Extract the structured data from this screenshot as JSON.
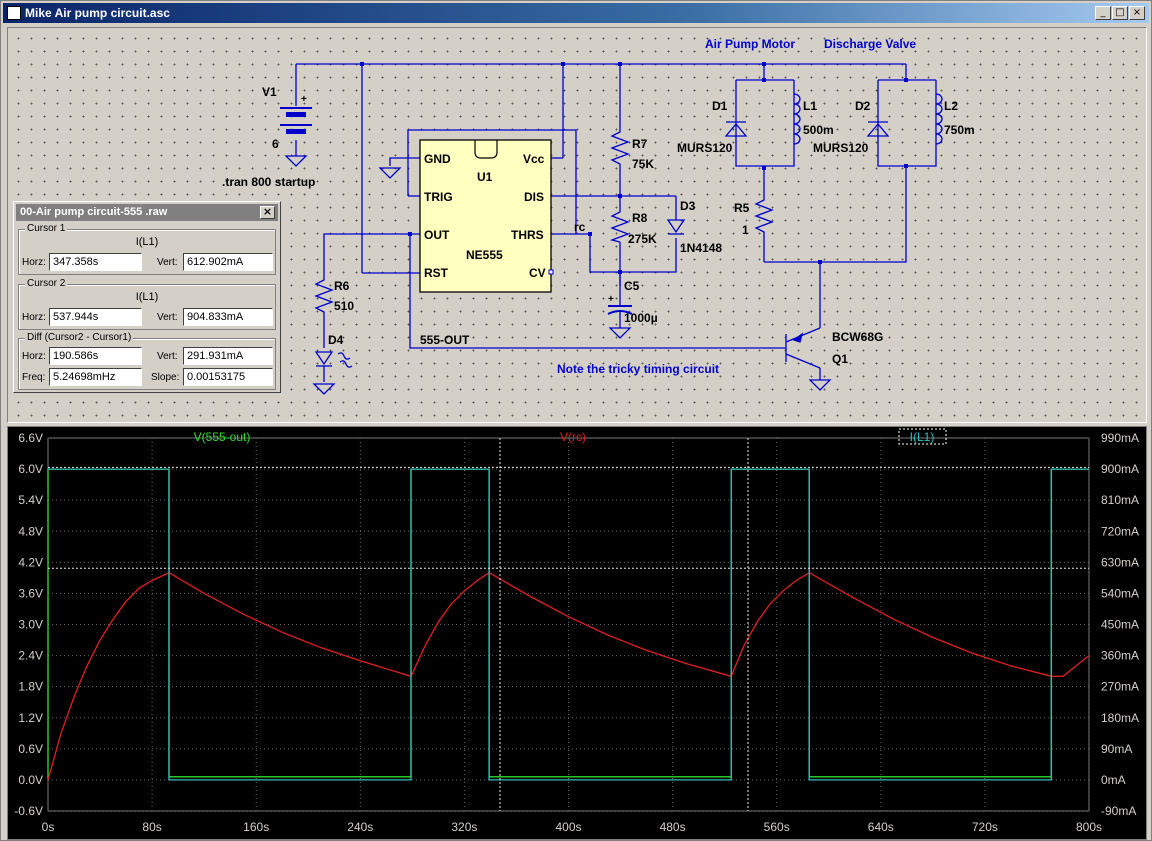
{
  "window": {
    "title": "Mike Air pump circuit.asc",
    "minimize": "_",
    "maximize": "□",
    "close": "×"
  },
  "schematic": {
    "annotations": {
      "air_pump_motor": "Air Pump Motor",
      "discharge_valve": "Discharge Valve",
      "tricky_timing_note": "Note the tricky timing circuit",
      "tran_directive": ".tran 800 startup",
      "net_555_out": "555-OUT",
      "net_rc": "rc"
    },
    "components": {
      "V1": {
        "ref": "V1",
        "value": "6",
        "plus": "+"
      },
      "U1": {
        "ref": "U1",
        "model": "NE555",
        "pins": {
          "gnd": "GND",
          "vcc": "Vcc",
          "trig": "TRIG",
          "dis": "DIS",
          "out": "OUT",
          "thrs": "THRS",
          "rst": "RST",
          "cv": "CV"
        }
      },
      "R7": {
        "ref": "R7",
        "value": "75K"
      },
      "R8": {
        "ref": "R8",
        "value": "275K"
      },
      "D3": {
        "ref": "D3",
        "value": "1N4148"
      },
      "C5": {
        "ref": "C5",
        "value": "1000µ",
        "plus": "+"
      },
      "R6": {
        "ref": "R6",
        "value": "510"
      },
      "D4": {
        "ref": "D4"
      },
      "D1": {
        "ref": "D1",
        "value": "MURS120"
      },
      "L1": {
        "ref": "L1",
        "value": "500m"
      },
      "D2": {
        "ref": "D2",
        "value": "MURS120"
      },
      "L2": {
        "ref": "L2",
        "value": "750m"
      },
      "R5": {
        "ref": "R5",
        "value": "1"
      },
      "Q1": {
        "ref": "Q1",
        "value": "BCW68G"
      }
    }
  },
  "cursor_panel": {
    "title": "00-Air pump circuit-555 .raw",
    "close": "×",
    "cursor1": {
      "legend": "Cursor 1",
      "trace": "I(L1)",
      "horz_label": "Horz:",
      "horz": "347.358s",
      "vert_label": "Vert:",
      "vert": "612.902mA"
    },
    "cursor2": {
      "legend": "Cursor 2",
      "trace": "I(L1)",
      "horz_label": "Horz:",
      "horz": "537.944s",
      "vert_label": "Vert:",
      "vert": "904.833mA"
    },
    "diff": {
      "legend": "Diff (Cursor2 - Cursor1)",
      "horz_label": "Horz:",
      "horz": "190.586s",
      "vert_label": "Vert:",
      "vert": "291.931mA",
      "freq_label": "Freq:",
      "freq": "5.24698mHz",
      "slope_label": "Slope:",
      "slope": "0.00153175"
    }
  },
  "colors": {
    "v555out": "#33dd33",
    "vrc": "#e02020",
    "il1": "#33bbbb",
    "wire": "#0000cc",
    "chip_fill": "#ffffc0",
    "axis_text": "#d4d0c8"
  },
  "chart_data": {
    "type": "line",
    "x_range": [
      0,
      800
    ],
    "x_unit": "s",
    "x_ticks": [
      "0s",
      "80s",
      "160s",
      "240s",
      "320s",
      "400s",
      "480s",
      "560s",
      "640s",
      "720s",
      "800s"
    ],
    "left_axis": {
      "range": [
        -0.6,
        6.6
      ],
      "ticks": [
        "-0.6V",
        "0.0V",
        "0.6V",
        "1.2V",
        "1.8V",
        "2.4V",
        "3.0V",
        "3.6V",
        "4.2V",
        "4.8V",
        "5.4V",
        "6.0V",
        "6.6V"
      ]
    },
    "right_axis": {
      "range": [
        -90,
        990
      ],
      "ticks": [
        "-90mA",
        "0mA",
        "90mA",
        "180mA",
        "270mA",
        "360mA",
        "450mA",
        "540mA",
        "630mA",
        "720mA",
        "810mA",
        "900mA",
        "990mA"
      ]
    },
    "grid": true,
    "series": [
      {
        "name": "V(555-out)",
        "axis": "left",
        "x": [
          0,
          0,
          93,
          93,
          279,
          279,
          339,
          339,
          525,
          525,
          585,
          585,
          771,
          771,
          800
        ],
        "y": [
          0,
          6.0,
          6.0,
          0.06,
          0.06,
          6.0,
          6.0,
          0.06,
          0.06,
          6.0,
          6.0,
          0.06,
          0.06,
          6.0,
          6.0
        ]
      },
      {
        "name": "V(rc)",
        "axis": "left",
        "x": [
          0,
          10,
          20,
          30,
          40,
          50,
          60,
          70,
          80,
          93,
          120,
          150,
          180,
          210,
          240,
          279,
          290,
          300,
          310,
          320,
          330,
          339,
          370,
          400,
          430,
          460,
          490,
          525,
          535,
          545,
          555,
          565,
          575,
          585,
          620,
          650,
          680,
          710,
          740,
          771,
          780,
          790,
          800
        ],
        "y": [
          0,
          0.9,
          1.6,
          2.2,
          2.7,
          3.1,
          3.45,
          3.7,
          3.85,
          4.0,
          3.6,
          3.2,
          2.85,
          2.55,
          2.3,
          2.0,
          2.6,
          3.05,
          3.4,
          3.65,
          3.85,
          4.0,
          3.55,
          3.15,
          2.8,
          2.5,
          2.25,
          2.0,
          2.6,
          3.05,
          3.4,
          3.65,
          3.85,
          4.0,
          3.5,
          3.1,
          2.75,
          2.45,
          2.2,
          2.0,
          2.0,
          2.2,
          2.4
        ]
      },
      {
        "name": "I(L1)",
        "axis": "right",
        "x": [
          0,
          93,
          93,
          279,
          279,
          339,
          339,
          525,
          525,
          585,
          585,
          771,
          771,
          800
        ],
        "y": [
          900,
          900,
          0,
          0,
          900,
          900,
          0,
          0,
          900,
          900,
          0,
          0,
          900,
          900
        ]
      }
    ],
    "cursors": {
      "cursor1": {
        "x": 347.358,
        "y": 612.902
      },
      "cursor2": {
        "x": 537.944,
        "y": 904.833
      }
    }
  }
}
